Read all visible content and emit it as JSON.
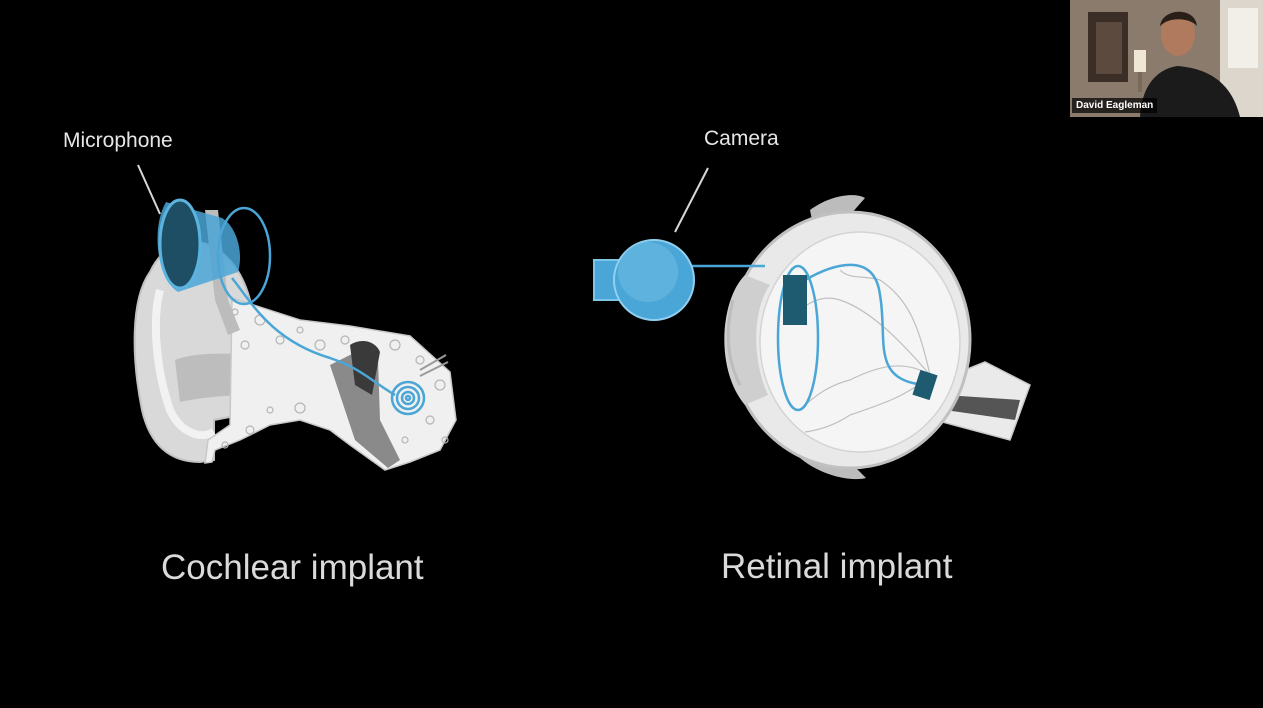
{
  "slide": {
    "left": {
      "callout": "Microphone",
      "caption": "Cochlear implant"
    },
    "right": {
      "callout": "Camera",
      "caption": "Retinal implant"
    }
  },
  "participant": {
    "name": "David Eagleman"
  },
  "colors": {
    "background": "#000000",
    "implant_blue": "#4aa6d6",
    "implant_dark": "#1e5a70",
    "anatomy_light": "#e8e8e8",
    "anatomy_mid": "#bfbfbf"
  }
}
